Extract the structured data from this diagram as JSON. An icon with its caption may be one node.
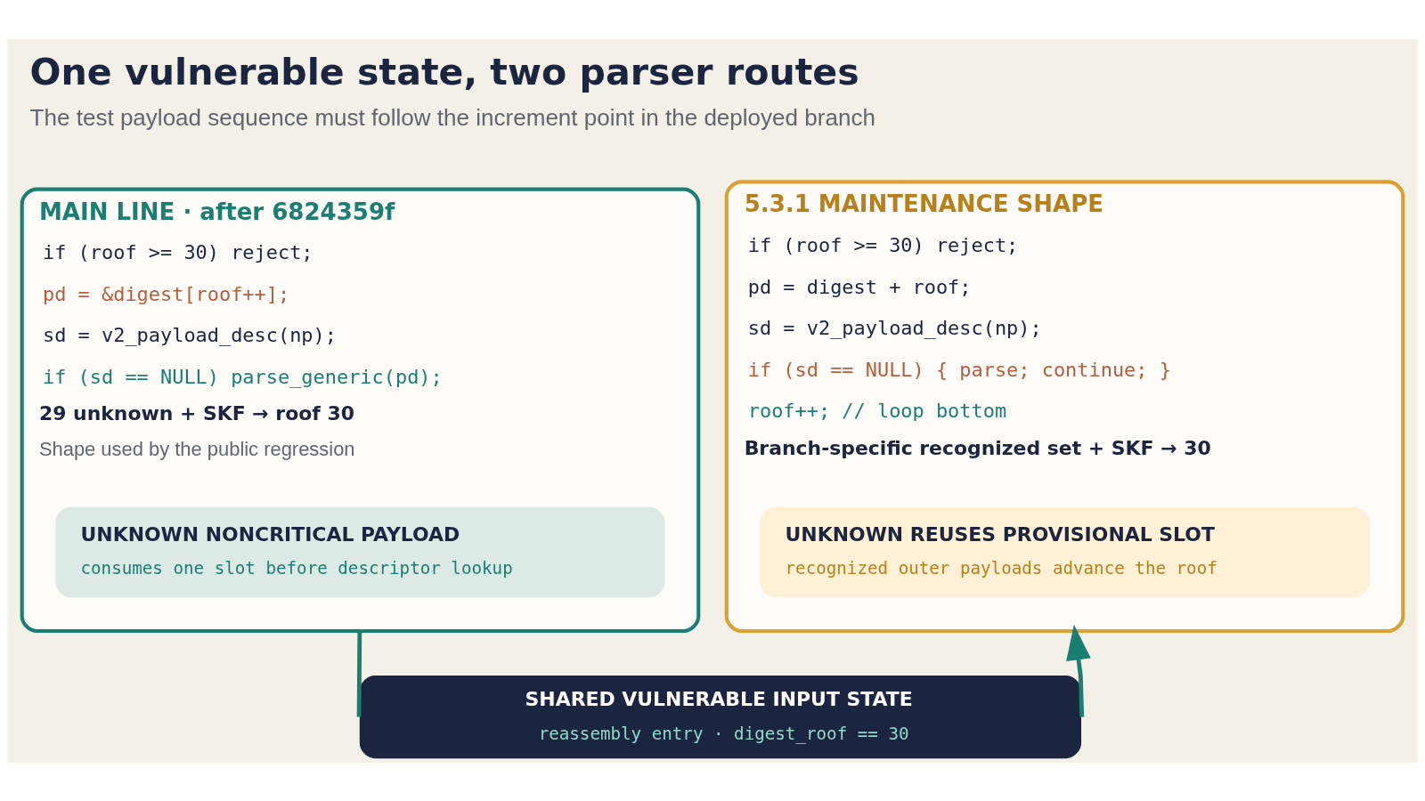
{
  "diagram": {
    "title": "One vulnerable state, two parser routes",
    "caption": "The test payload sequence must follow the increment point in the deployed branch",
    "nodes": [
      {
        "text": [
          "MAIN LINE · after 6824359f",
          "if (roof >= 30) reject;",
          "pd = &digest[roof++];",
          "sd = v2_payload_desc(np);",
          "if (sd == NULL) parse_generic(pd);",
          "29 unknown + SKF → roof 30",
          "Shape used by the public regression"
        ]
      },
      {
        "text": [
          "UNKNOWN NONCRITICAL PAYLOAD",
          "consumes one slot before descriptor lookup"
        ],
        "in": 0
      },
      {
        "text": [
          "5.3.1 MAINTENANCE SHAPE",
          "if (roof >= 30) reject;",
          "pd = digest + roof;",
          "sd = v2_payload_desc(np);",
          "if (sd == NULL) { parse; continue; }",
          "roof++; // loop bottom",
          "Branch-specific recognized set + SKF → 30"
        ]
      },
      {
        "text": [
          "UNKNOWN REUSES PROVISIONAL SLOT",
          "recognized outer payloads advance the roof"
        ],
        "in": 2
      },
      {
        "text": [
          "SHARED VULNERABLE INPUT STATE",
          "reassembly entry · digest_roof == 30"
        ]
      }
    ],
    "edges": [
      {
        "from": 0,
        "to": 4,
        "arrow": "none"
      },
      {
        "from": 4,
        "to": 2,
        "arrow": "to"
      }
    ]
  }
}
